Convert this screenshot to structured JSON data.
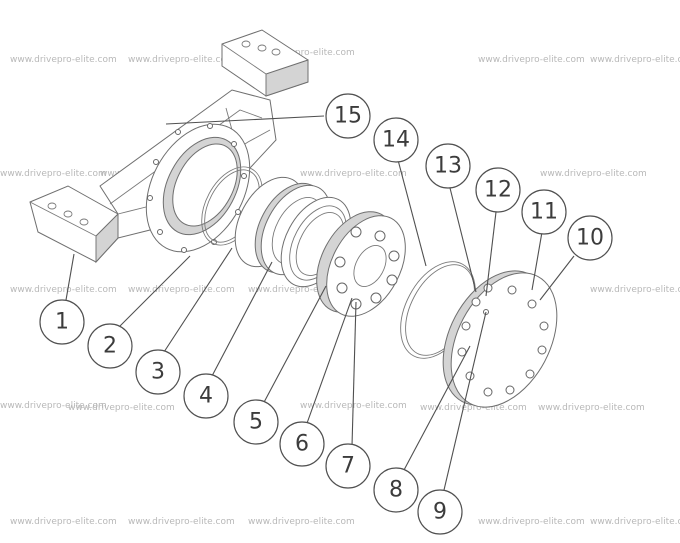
{
  "watermark": "www.drivepro-elite.com",
  "callouts": [
    {
      "label": "1"
    },
    {
      "label": "2"
    },
    {
      "label": "3"
    },
    {
      "label": "4"
    },
    {
      "label": "5"
    },
    {
      "label": "6"
    },
    {
      "label": "7"
    },
    {
      "label": "8"
    },
    {
      "label": "9"
    },
    {
      "label": "10"
    },
    {
      "label": "11"
    },
    {
      "label": "12"
    },
    {
      "label": "13"
    },
    {
      "label": "14"
    },
    {
      "label": "15"
    }
  ]
}
